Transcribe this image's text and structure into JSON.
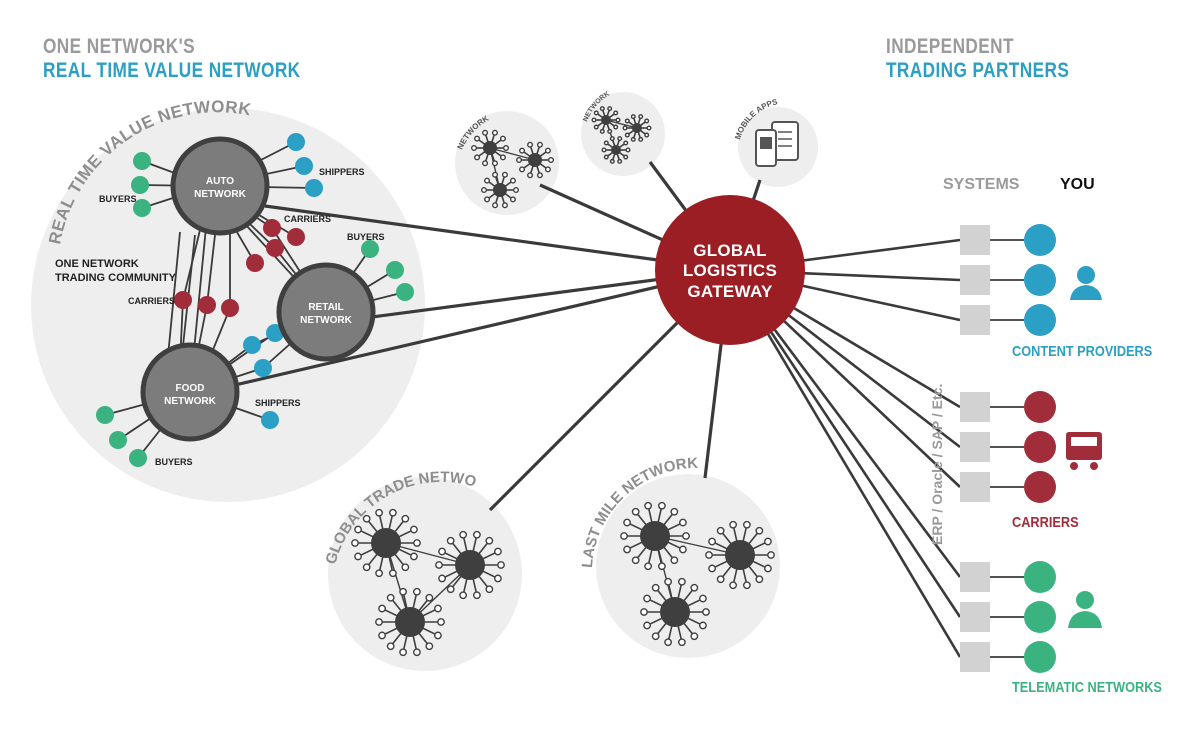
{
  "header_left": {
    "line1": "ONE NETWORK'S",
    "line2": "REAL TIME VALUE NETWORK"
  },
  "header_right": {
    "line1": "INDEPENDENT",
    "line2": "TRADING PARTNERS"
  },
  "rtvn": {
    "arc_title": "REAL TIME VALUE NETWORK",
    "community_line1": "ONE NETWORK",
    "community_line2": "TRADING COMMUNITY",
    "auto_line1": "AUTO",
    "auto_line2": "NETWORK",
    "retail_line1": "RETAIL",
    "retail_line2": "NETWORK",
    "food_line1": "FOOD",
    "food_line2": "NETWORK",
    "shippers_top": "SHIPPERS",
    "buyers_top": "BUYERS",
    "carriers_mid": "CARRIERS",
    "buyers_retail": "BUYERS",
    "carriers_left": "CARRIERS",
    "shippers_bottom": "SHIPPERS",
    "buyers_bottom": "BUYERS"
  },
  "top_clusters": {
    "network_a": "NETWORK",
    "network_b": "NETWORK",
    "mobile_apps": "MOBILE APPS"
  },
  "gateway": {
    "line1": "GLOBAL",
    "line2": "LOGISTICS",
    "line3": "GATEWAY"
  },
  "bottom_clusters": {
    "global_trade": "GLOBAL TRADE NETWORK",
    "last_mile": "LAST MILE NETWORK"
  },
  "partners": {
    "systems_label": "SYSTEMS",
    "you_label": "YOU",
    "erp_label": "ERP / Oracle / SAP / Etc.",
    "groups": [
      {
        "label": "CONTENT PROVIDERS",
        "color": "#2b9fc4",
        "icon": "person-icon"
      },
      {
        "label": "CARRIERS",
        "color": "#a12c3a",
        "icon": "truck-icon"
      },
      {
        "label": "TELEMATIC NETWORKS",
        "color": "#3ab381",
        "icon": "person-icon"
      }
    ]
  },
  "colors": {
    "blue": "#2b9fc4",
    "red": "#a12c3a",
    "green": "#3ab381",
    "gateway": "#9a1e24",
    "hub": "#7c7c7c",
    "dark": "#3f3f3f",
    "bubble": "#eeeeee",
    "box": "#d2d2d2",
    "line": "#3a3a3a"
  }
}
